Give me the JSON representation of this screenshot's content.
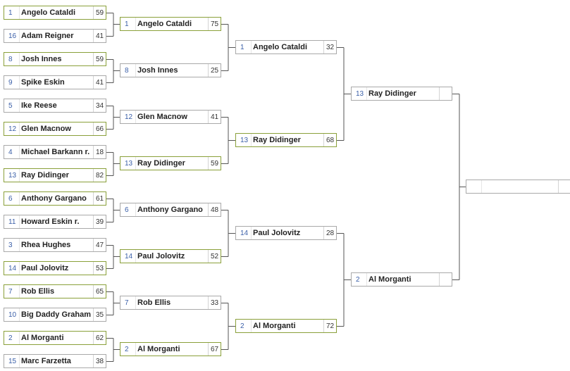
{
  "bracket": {
    "round1": [
      {
        "seed": "1",
        "name": "Angelo Cataldi",
        "score": "59",
        "winner": true
      },
      {
        "seed": "16",
        "name": "Adam Reigner",
        "score": "41",
        "winner": false
      },
      {
        "seed": "8",
        "name": "Josh Innes",
        "score": "59",
        "winner": true
      },
      {
        "seed": "9",
        "name": "Spike Eskin",
        "score": "41",
        "winner": false
      },
      {
        "seed": "5",
        "name": "Ike Reese",
        "score": "34",
        "winner": false
      },
      {
        "seed": "12",
        "name": "Glen Macnow",
        "score": "66",
        "winner": true
      },
      {
        "seed": "4",
        "name": "Michael Barkann r.",
        "score": "18",
        "winner": false
      },
      {
        "seed": "13",
        "name": "Ray Didinger",
        "score": "82",
        "winner": true
      },
      {
        "seed": "6",
        "name": "Anthony Gargano",
        "score": "61",
        "winner": true
      },
      {
        "seed": "11",
        "name": "Howard Eskin r.",
        "score": "39",
        "winner": false
      },
      {
        "seed": "3",
        "name": "Rhea Hughes",
        "score": "47",
        "winner": false
      },
      {
        "seed": "14",
        "name": "Paul Jolovitz",
        "score": "53",
        "winner": true
      },
      {
        "seed": "7",
        "name": "Rob Ellis",
        "score": "65",
        "winner": true
      },
      {
        "seed": "10",
        "name": "Big Daddy Graham",
        "score": "35",
        "winner": false
      },
      {
        "seed": "2",
        "name": "Al Morganti",
        "score": "62",
        "winner": true
      },
      {
        "seed": "15",
        "name": "Marc Farzetta",
        "score": "38",
        "winner": false
      }
    ],
    "round2": [
      {
        "seed": "1",
        "name": "Angelo Cataldi",
        "score": "75",
        "winner": true
      },
      {
        "seed": "8",
        "name": "Josh Innes",
        "score": "25",
        "winner": false
      },
      {
        "seed": "12",
        "name": "Glen Macnow",
        "score": "41",
        "winner": false
      },
      {
        "seed": "13",
        "name": "Ray Didinger",
        "score": "59",
        "winner": true
      },
      {
        "seed": "6",
        "name": "Anthony Gargano",
        "score": "48",
        "winner": false
      },
      {
        "seed": "14",
        "name": "Paul Jolovitz",
        "score": "52",
        "winner": true
      },
      {
        "seed": "7",
        "name": "Rob Ellis",
        "score": "33",
        "winner": false
      },
      {
        "seed": "2",
        "name": "Al Morganti",
        "score": "67",
        "winner": true
      }
    ],
    "round3": [
      {
        "seed": "1",
        "name": "Angelo Cataldi",
        "score": "32",
        "winner": false
      },
      {
        "seed": "13",
        "name": "Ray Didinger",
        "score": "68",
        "winner": true
      },
      {
        "seed": "14",
        "name": "Paul Jolovitz",
        "score": "28",
        "winner": false
      },
      {
        "seed": "2",
        "name": "Al Morganti",
        "score": "72",
        "winner": true
      }
    ],
    "round4": [
      {
        "seed": "13",
        "name": "Ray Didinger",
        "score": "",
        "winner": false
      },
      {
        "seed": "2",
        "name": "Al Morganti",
        "score": "",
        "winner": false
      }
    ],
    "round5": [
      {
        "seed": "",
        "name": "",
        "score": "",
        "winner": false
      }
    ]
  }
}
